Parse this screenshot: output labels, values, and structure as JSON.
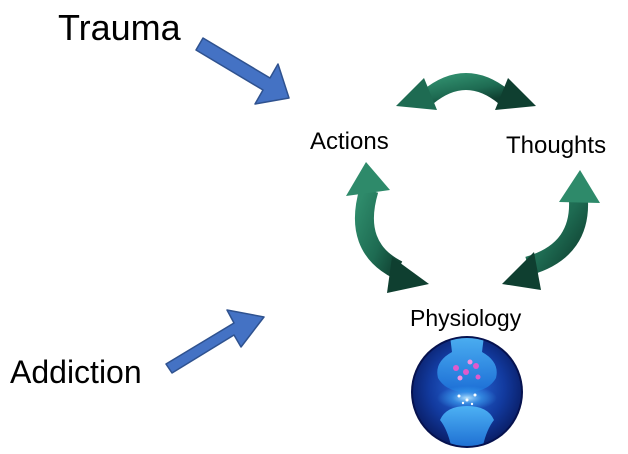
{
  "diagram": {
    "external_factors": [
      {
        "id": "trauma",
        "label": "Trauma"
      },
      {
        "id": "addiction",
        "label": "Addiction"
      }
    ],
    "cycle_nodes": [
      {
        "id": "actions",
        "label": "Actions"
      },
      {
        "id": "thoughts",
        "label": "Thoughts"
      },
      {
        "id": "physiology",
        "label": "Physiology"
      }
    ],
    "colors": {
      "influence_arrow_fill": "#4472C4",
      "influence_arrow_stroke": "#2F528F",
      "cycle_arrow_fill": "#1E6B52",
      "cycle_arrow_dark": "#0F3F30",
      "synapse_background": "#0A1A6B",
      "synapse_glow": "#3FA9F5"
    },
    "icons": [
      "synapse-image"
    ]
  }
}
